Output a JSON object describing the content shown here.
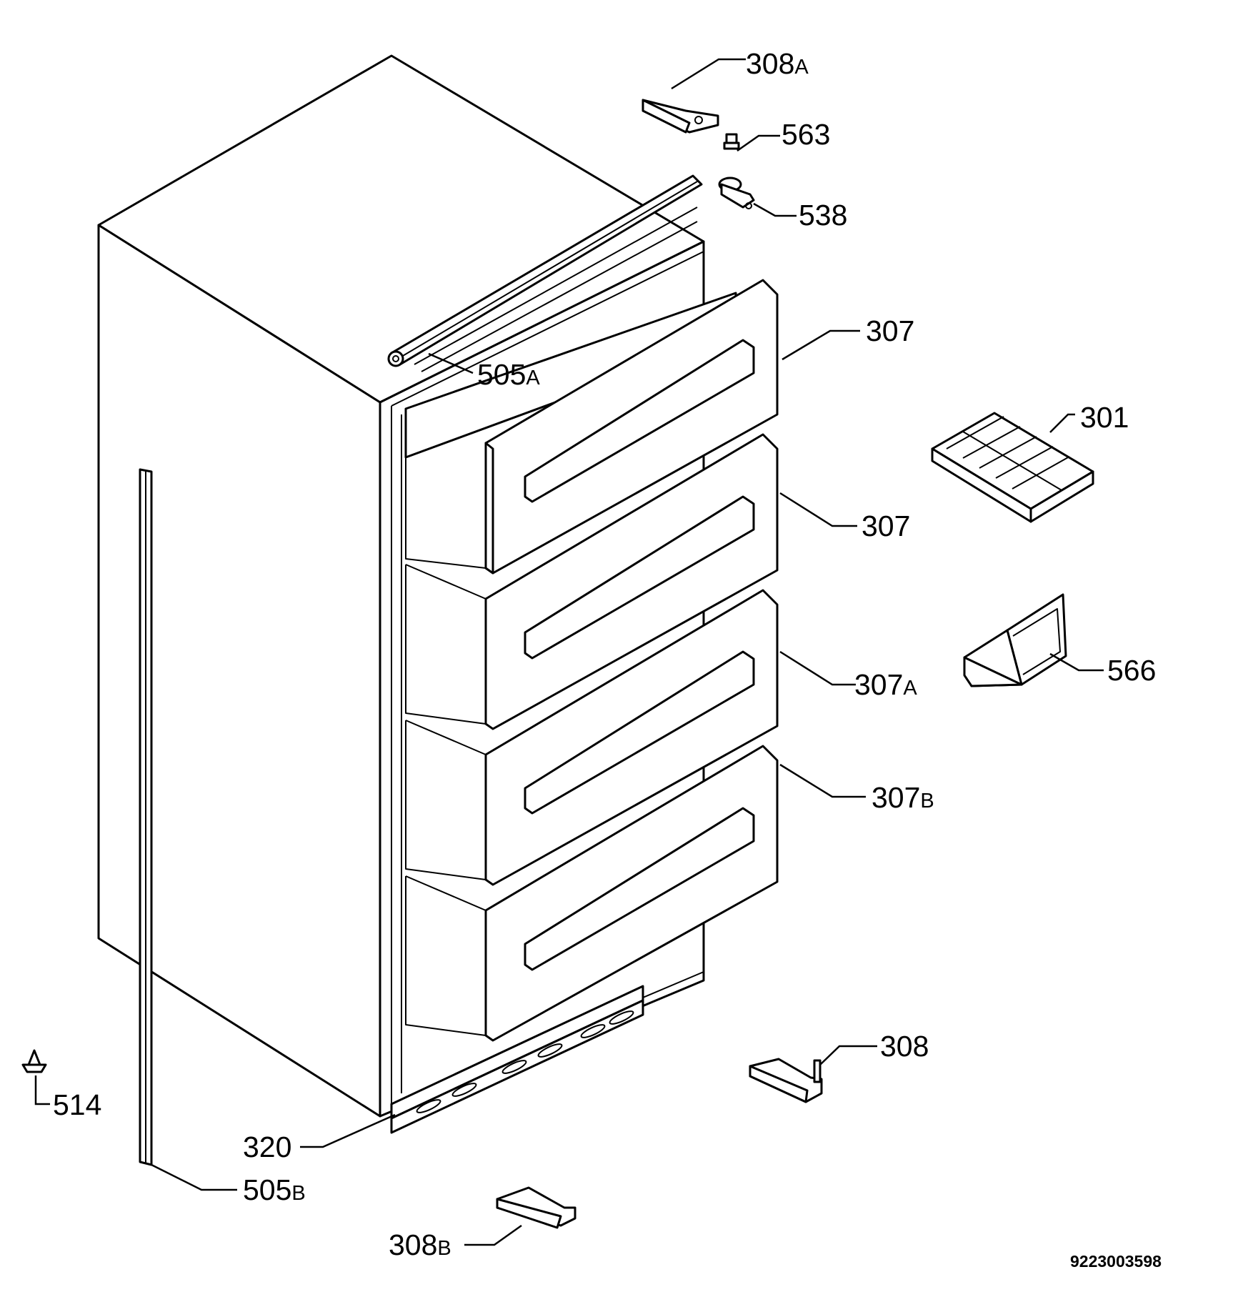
{
  "labels": {
    "l308a": {
      "num": "308",
      "suf": "A"
    },
    "l563": {
      "num": "563",
      "suf": ""
    },
    "l538": {
      "num": "538",
      "suf": ""
    },
    "l307_top": {
      "num": "307",
      "suf": ""
    },
    "l505a": {
      "num": "505",
      "suf": "A"
    },
    "l301": {
      "num": "301",
      "suf": ""
    },
    "l307_mid": {
      "num": "307",
      "suf": ""
    },
    "l566": {
      "num": "566",
      "suf": ""
    },
    "l307a": {
      "num": "307",
      "suf": "A"
    },
    "l307b": {
      "num": "307",
      "suf": "B"
    },
    "l308": {
      "num": "308",
      "suf": ""
    },
    "l514": {
      "num": "514",
      "suf": ""
    },
    "l320": {
      "num": "320",
      "suf": ""
    },
    "l505b": {
      "num": "505",
      "suf": "B"
    },
    "l308b": {
      "num": "308",
      "suf": "B"
    }
  },
  "doc_number": "9223003598"
}
